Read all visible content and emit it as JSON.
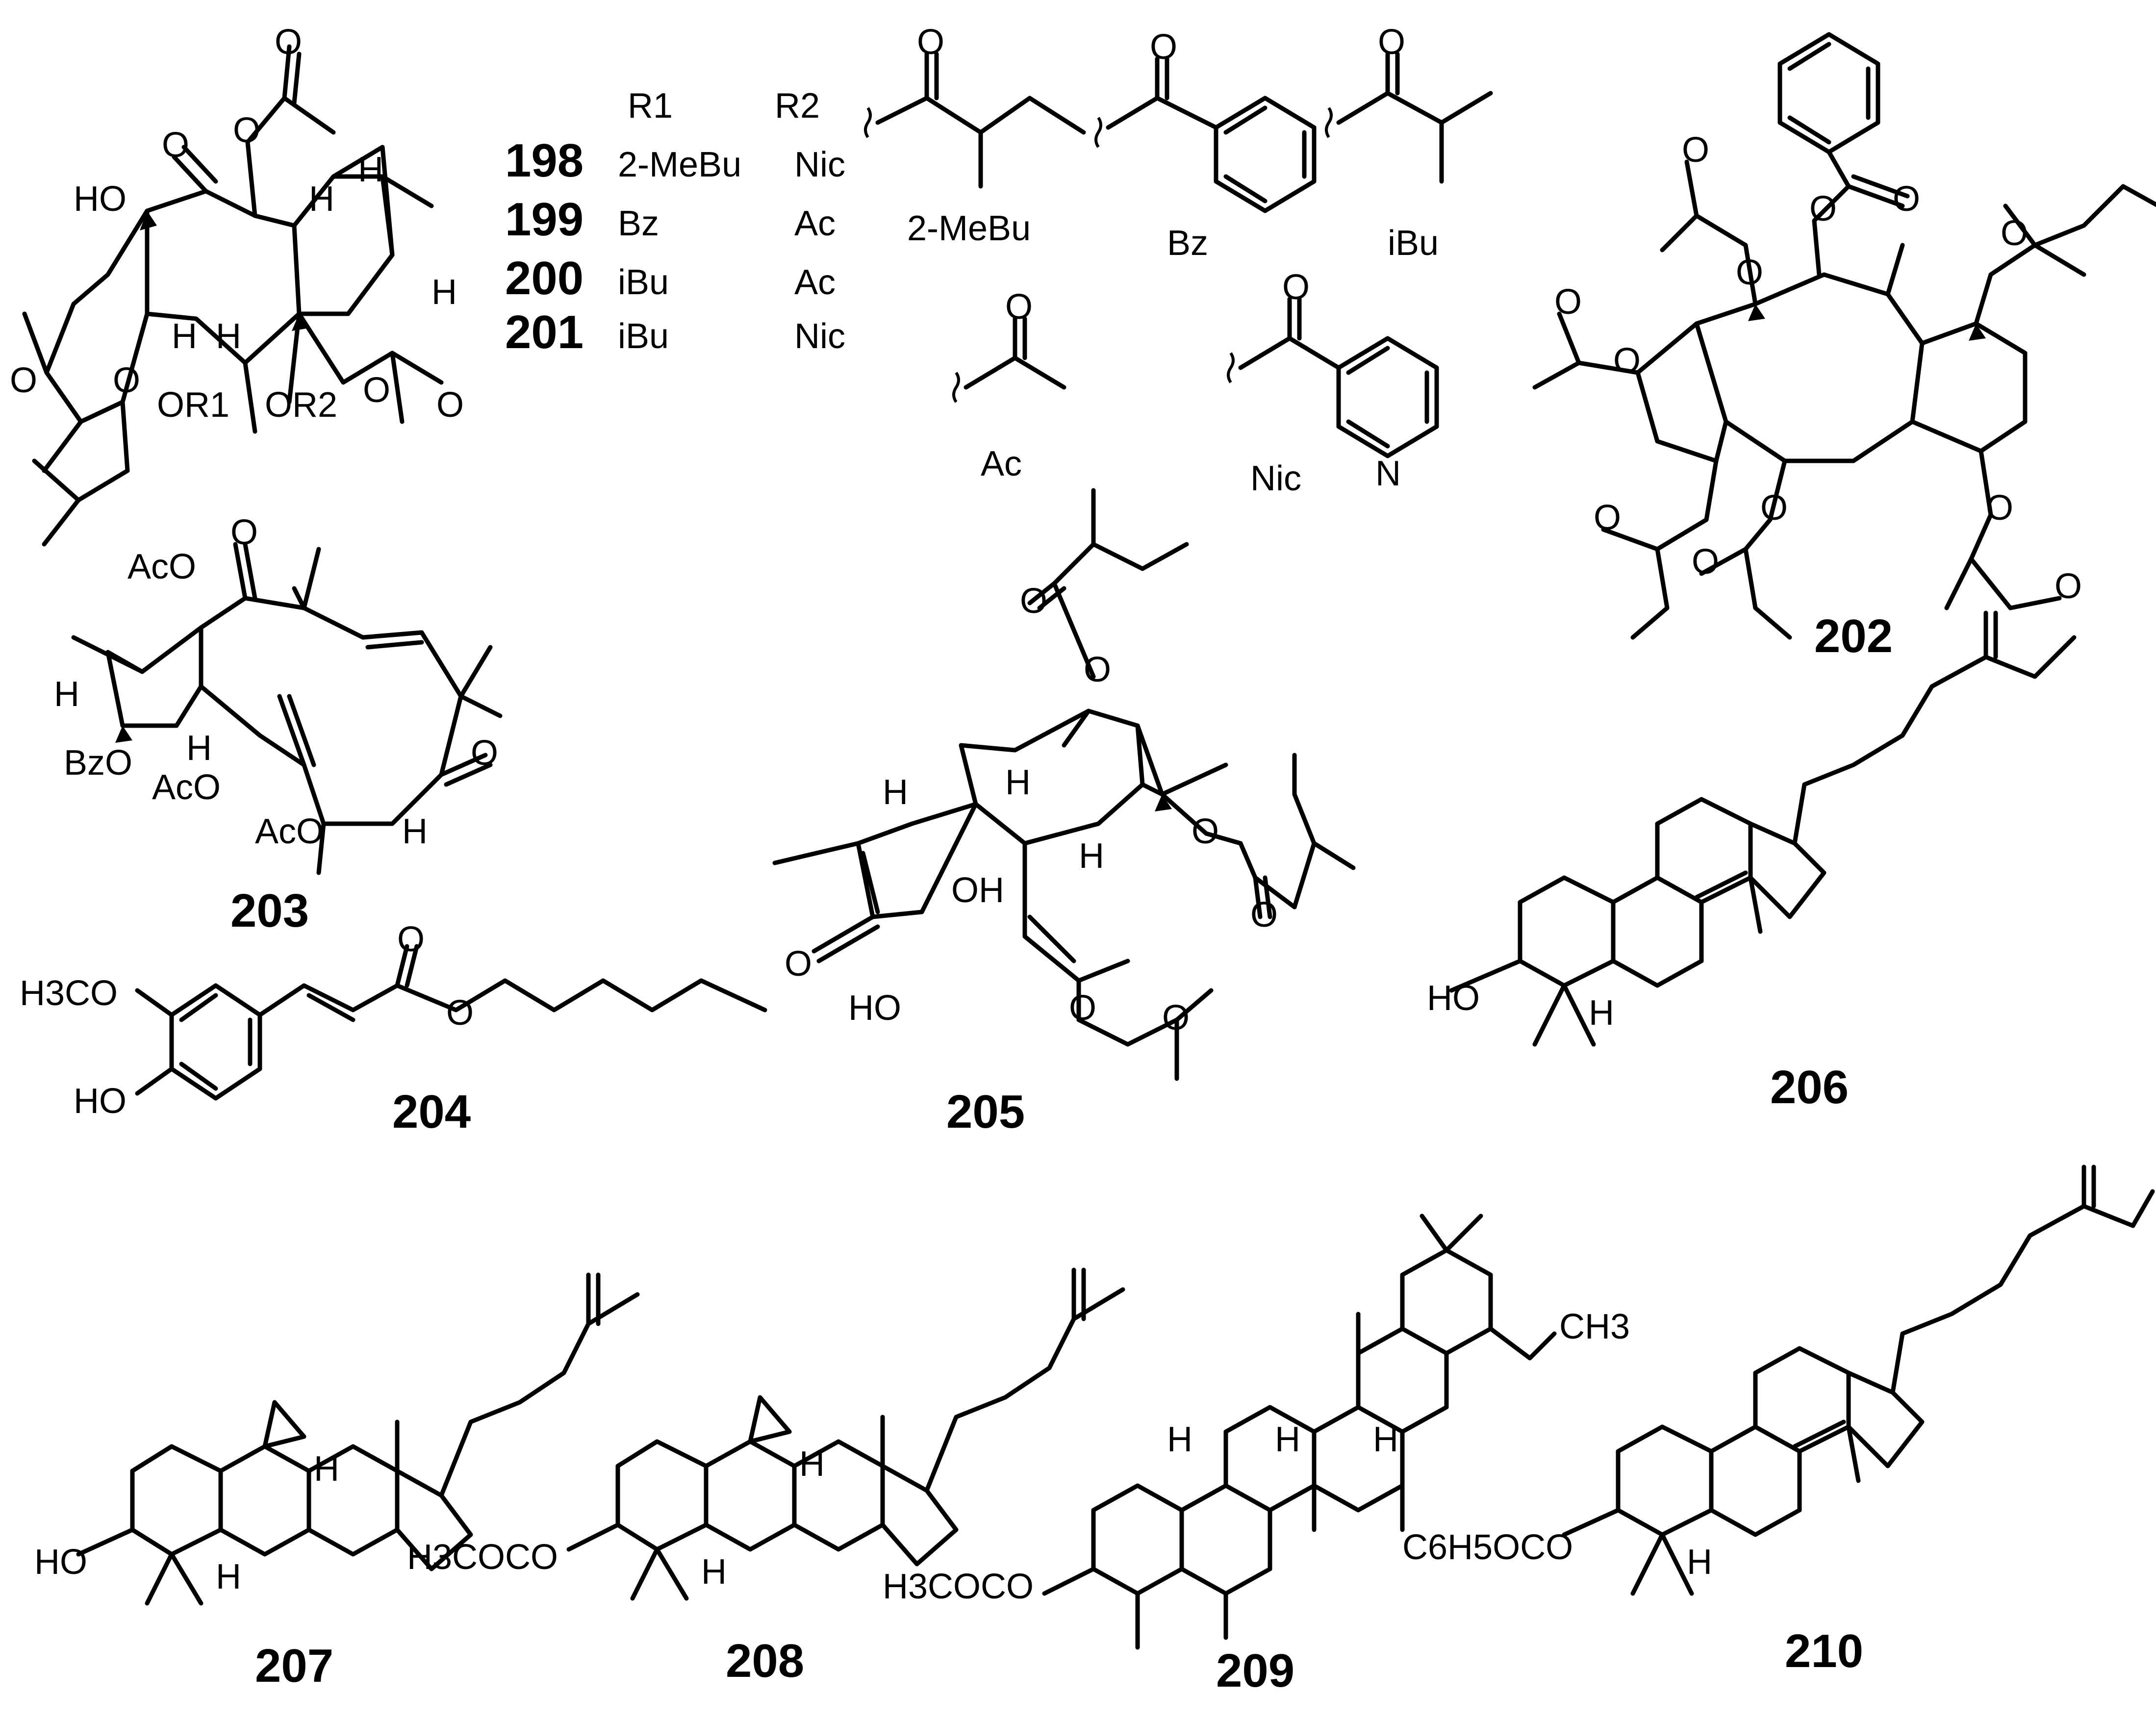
{
  "table": {
    "header_r1": "R1",
    "header_r2": "R2",
    "rows": [
      {
        "id": "198",
        "r1": "2-MeBu",
        "r2": "Nic"
      },
      {
        "id": "199",
        "r1": "Bz",
        "r2": "Ac"
      },
      {
        "id": "200",
        "r1": "iBu",
        "r2": "Ac"
      },
      {
        "id": "201",
        "r1": "iBu",
        "r2": "Nic"
      }
    ]
  },
  "substituents": {
    "mebu": "2-MeBu",
    "bz": "Bz",
    "ibu": "iBu",
    "ac": "Ac",
    "nic": "Nic"
  },
  "atoms": {
    "ho": "HO",
    "oh": "OH",
    "o": "O",
    "h": "H",
    "n": "N",
    "or1": "OR1",
    "or2": "OR2",
    "aco": "AcO",
    "bzo": "BzO",
    "h3co": "H3CO",
    "h3coco": "H3COCO",
    "ch3": "CH3",
    "c6h5oco": "C6H5OCO"
  },
  "compounds": {
    "c202": "202",
    "c203": "203",
    "c204": "204",
    "c205": "205",
    "c206": "206",
    "c207": "207",
    "c208": "208",
    "c209": "209",
    "c210": "210"
  }
}
